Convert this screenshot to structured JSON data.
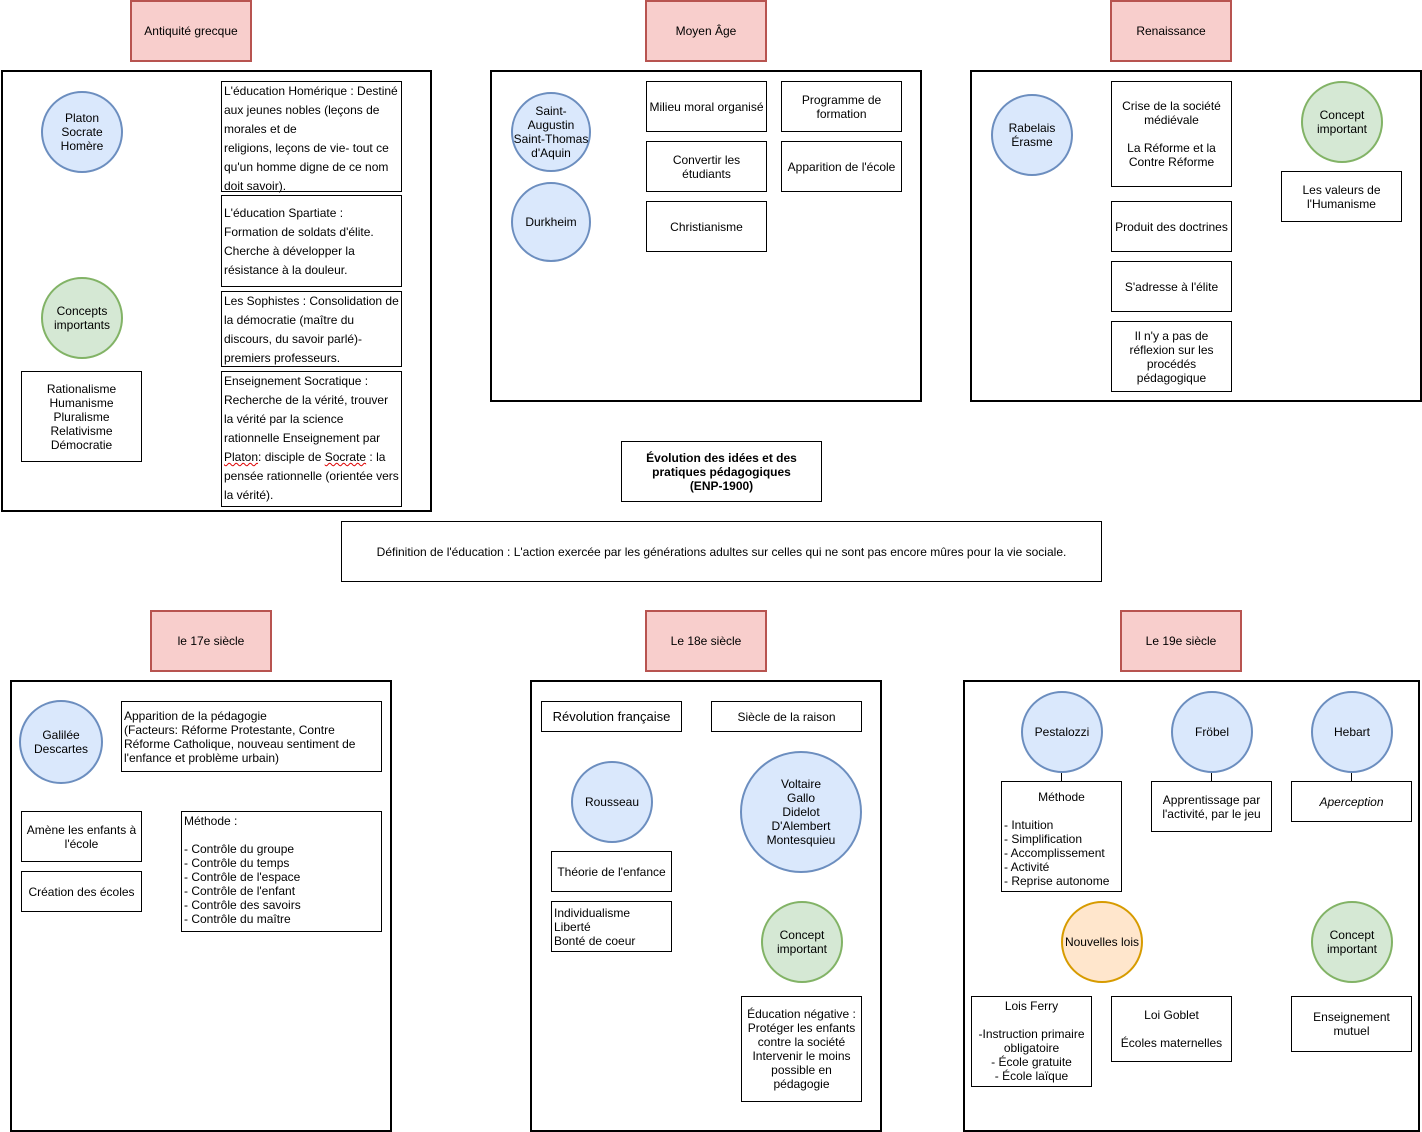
{
  "eras": {
    "antiquite": "Antiquité grecque",
    "moyen_age": "Moyen Âge",
    "renaissance": "Renaissance",
    "dix_septieme": "le 17e siècle",
    "dix_huitieme": "Le 18e siècle",
    "dix_neuvieme": "Le 19e siècle"
  },
  "antiquite": {
    "people": "Platon\nSocrate\nHomère",
    "concepts_label": "Concepts importants",
    "concepts_list": "Rationalisme\nHumanisme\nPluralisme\nRelativisme\nDémocratie",
    "homerique": "L'éducation Homérique : Destiné aux jeunes nobles (leçons de morales et de\nreligions, leçons de vie- tout ce qu'un homme digne de ce nom doit savoir).",
    "spartiate": "L'éducation Spartiate : Formation de soldats d'élite. Cherche à développer la résistance à la douleur.",
    "sophistes": "Les Sophistes : Consolidation de la démocratie (maître du discours, du savoir parlé)- premiers professeurs.",
    "socratique_1": "Enseignement Socratique : Recherche de la vérité, trouver la vérité par la science rationnelle",
    "socratique_2a": "Enseignement par ",
    "socratique_platon": "Platon",
    "socratique_2b": ": disciple de ",
    "socratique_socrate": "Socrate",
    "socratique_2c": " : la pensée rationnelle (orientée vers la vérité)."
  },
  "moyen_age": {
    "people_1": "Saint-Augustin\nSaint-Thomas d'Aquin",
    "people_2": "Durkheim",
    "milieu": "Milieu moral organisé",
    "convertir": "Convertir les étudiants",
    "christianisme": "Christianisme",
    "programme": "Programme de formation",
    "apparition": "Apparition de l'école"
  },
  "renaissance": {
    "people": "Rabelais\nÉrasme",
    "crise": "Crise de la société médiévale\n\nLa Réforme et la Contre Réforme",
    "produit": "Produit des doctrines",
    "elite": "S'adresse à l'élite",
    "reflexion": "Il n'y a pas de réflexion sur les procédés pédagogique",
    "concept_label": "Concept important",
    "valeurs": "Les valeurs de l'Humanisme"
  },
  "center": {
    "title": "Évolution des idées et des pratiques pédagogiques\n(ENP-1900)",
    "definition": "Définition de l'éducation :  L'action exercée par les générations adultes sur celles qui ne sont pas encore mûres pour la vie sociale."
  },
  "dix_septieme": {
    "people": "Galilée\nDescartes",
    "pedagogie": "Apparition de la pédagogie\n(Facteurs: Réforme Protestante, Contre Réforme Catholique, nouveau sentiment de l'enfance et problème urbain)",
    "amene": "Amène les enfants à l'école",
    "creation": "Création des écoles",
    "methode": "Méthode :\n\n- Contrôle du groupe\n- Contrôle du temps\n- Contrôle de l'espace\n- Contrôle de l'enfant\n- Contrôle des savoirs\n- Contrôle du maître"
  },
  "dix_huitieme": {
    "revolution": "Révolution française",
    "raison": "Siècle de la raison",
    "rousseau": "Rousseau",
    "philosophes": "Voltaire\nGallo\nDidelot\nD'Alembert\nMontesquieu",
    "theorie": "Théorie de l'enfance",
    "valeurs": "Individualisme\nLiberté\nBonté de coeur",
    "concept_label": "Concept important",
    "education_negative": "Éducation négative :\nProtéger les enfants contre la société\nIntervenir le moins possible en pédagogie"
  },
  "dix_neuvieme": {
    "pestalozzi": "Pestalozzi",
    "frobel": "Fröbel",
    "hebart": "Hebart",
    "methode_title": "Méthode",
    "methode_list": "- Intuition\n- Simplification\n- Accomplissement\n- Activité\n- Reprise autonome",
    "apprentissage": "Apprentissage par l'activité, par le jeu",
    "aperception": "Aperception",
    "nouvelles_lois": "Nouvelles lois",
    "concept_label": "Concept important",
    "ferry": "Lois Ferry\n\n-Instruction primaire obligatoire\n- École gratuite\n- École laïque",
    "goblet": "Loi Goblet\n\nÉcoles maternelles",
    "mutuel": "Enseignement mutuel"
  }
}
